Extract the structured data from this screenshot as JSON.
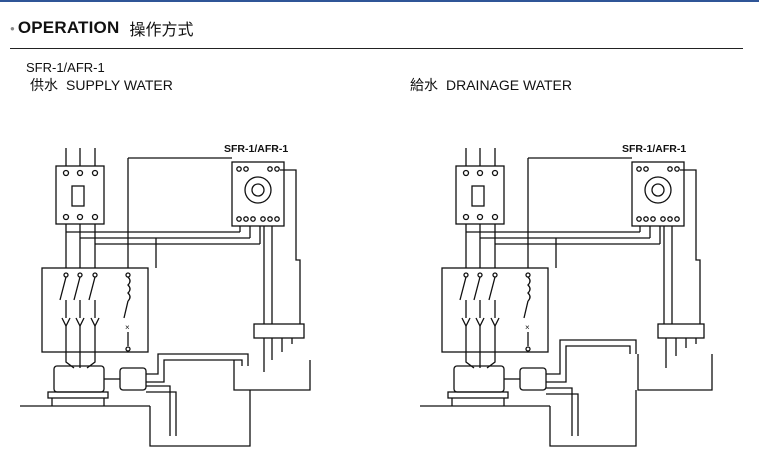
{
  "header": {
    "title_en": "OPERATION",
    "title_zh": "操作方式"
  },
  "model_label": "SFR-1/AFR-1",
  "panels": [
    {
      "caption_zh": "供水",
      "caption_en": "SUPPLY WATER",
      "controller_label": "SFR-1/AFR-1"
    },
    {
      "caption_zh": "給水",
      "caption_en": "DRAINAGE WATER",
      "controller_label": "SFR-1/AFR-1"
    }
  ]
}
